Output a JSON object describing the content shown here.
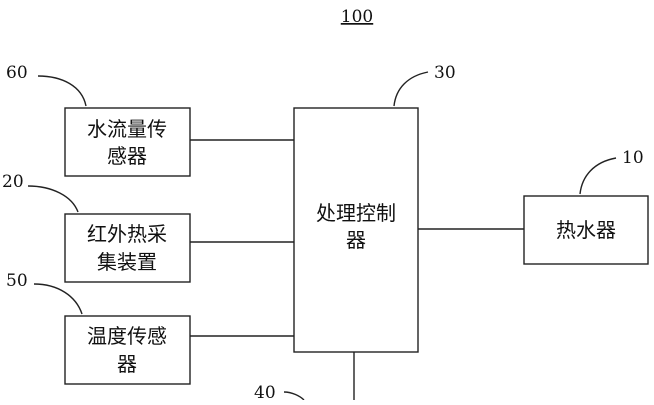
{
  "figure_label": "100",
  "blocks": {
    "water_flow_sensor": {
      "ref": "60",
      "lines": [
        "水流量传",
        "感器"
      ]
    },
    "infrared_heat_collector": {
      "ref": "20",
      "lines": [
        "红外热采",
        "集装置"
      ]
    },
    "temperature_sensor": {
      "ref": "50",
      "lines": [
        "温度传感",
        "器"
      ]
    },
    "processing_controller": {
      "ref": "30",
      "lines": [
        "处理控制",
        "器"
      ]
    },
    "water_heater": {
      "ref": "10",
      "lines": [
        "热水器"
      ]
    },
    "bottom_module": {
      "ref": "40"
    }
  }
}
